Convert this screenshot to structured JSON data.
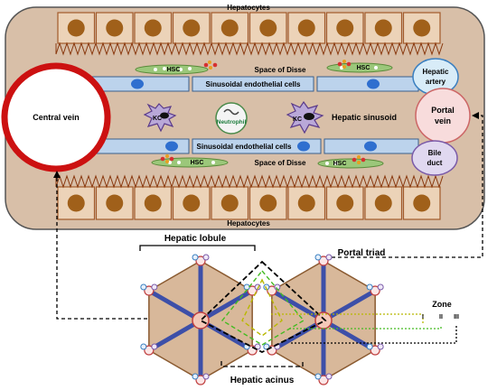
{
  "labels": {
    "hepatocytes_top": "Hepatocytes",
    "hepatocytes_bottom": "Hepatocytes",
    "hsc_1": "HSC",
    "hsc_2": "HSC",
    "hsc_3": "HSC",
    "hsc_4": "HSC",
    "space_of_disse_top": "Space of Disse",
    "space_of_disse_bottom": "Space of Disse",
    "sinusoidal_top": "Sinusoidal endothelial cells",
    "sinusoidal_bottom": "Sinusoidal endothelial cells",
    "central_vein": "Central vein",
    "hepatic_artery_1": "Hepatic",
    "hepatic_artery_2": "artery",
    "portal_vein_1": "Portal",
    "portal_vein_2": "vein",
    "bile_duct_1": "Bile",
    "bile_duct_2": "duct",
    "hepatic_sinusoid": "Hepatic sinusoid",
    "kc_1": "KC",
    "kc_2": "KC",
    "neutrophil": "Neutrophil",
    "hepatic_lobule": "Hepatic lobule",
    "portal_triad": "Portal triad",
    "hepatic_acinus": "Hepatic acinus",
    "zone": "Zone",
    "zone_1": "I",
    "zone_2": "II",
    "zone_3": "III"
  },
  "colors": {
    "tissue_fill": "#d8bfa8",
    "tissue_border": "#555555",
    "hepatocyte_fill": "#ecd3b8",
    "hepatocyte_border": "#a25a2a",
    "nucleus": "#a0601a",
    "endothelial_fill": "#bcd3ec",
    "endothelial_border": "#3a5f8c",
    "endo_nucleus": "#2f6fcf",
    "central_vein_ring": "#cc1111",
    "portal_vein_fill": "#f8dcdc",
    "hepatic_artery_fill": "#d8ecf8",
    "bile_duct_fill": "#e0d8f0",
    "kupffer_fill": "#b9a8d8",
    "hsc_fill": "#9bc77a",
    "lobule_fill": "#d8b89a",
    "lobule_spoke": "#3d4fa8",
    "zone_1_color": "#b8b800",
    "zone_2_color": "#44bb22",
    "zone_3_color": "#000000"
  }
}
